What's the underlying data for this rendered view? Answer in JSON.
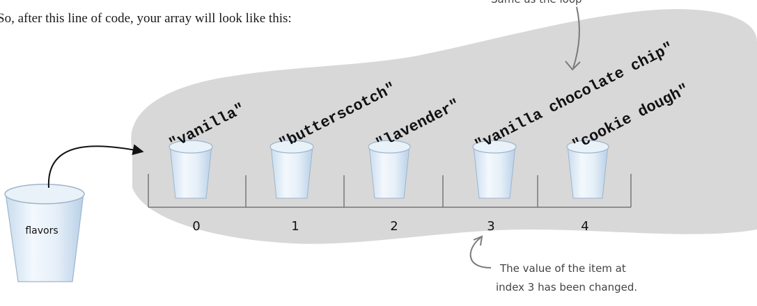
{
  "intro_text": "So, after this line of code, your array will look like this:",
  "top_annotation": "Same as the loop",
  "variable": {
    "name": "flavors"
  },
  "array_items": [
    {
      "index": "0",
      "value": "\"vanilla\""
    },
    {
      "index": "1",
      "value": "\"butterscotch\""
    },
    {
      "index": "2",
      "value": "\"lavender\""
    },
    {
      "index": "3",
      "value": "\"vanilla chocolate chip\""
    },
    {
      "index": "4",
      "value": "\"cookie dough\""
    }
  ],
  "annotation": {
    "line1": "The value of the item at",
    "line2": "index 3 has been changed."
  },
  "colors": {
    "blob": "#d8d8d8",
    "cup_rim": "#b9d4ea",
    "cup_body": "#dde9f4",
    "arrow": "#7a7a7a"
  }
}
